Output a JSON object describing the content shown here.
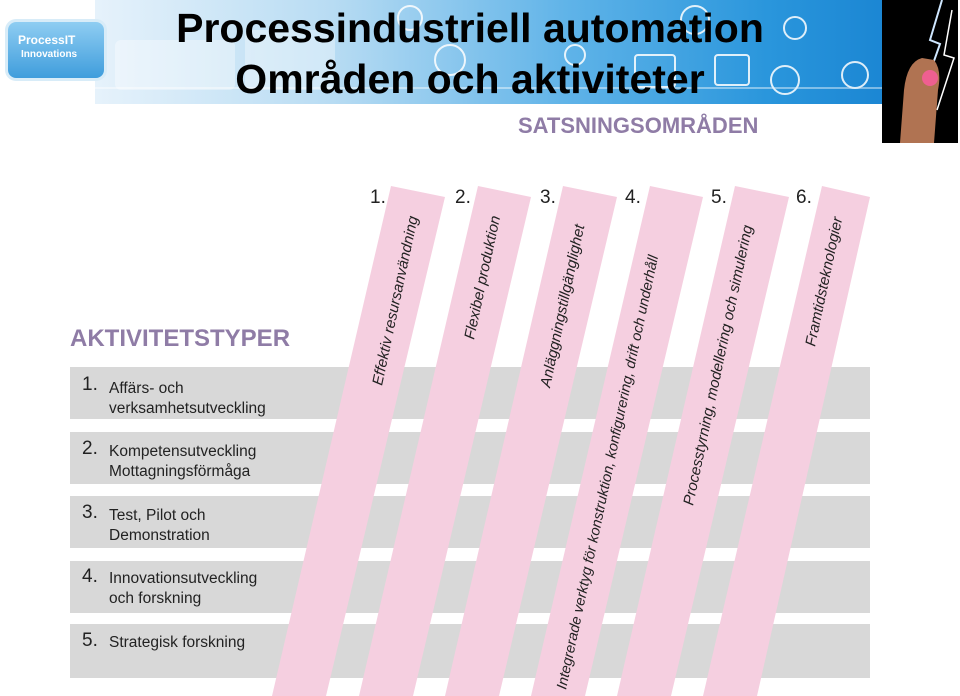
{
  "header": {
    "logo_line1": "ProcessIT",
    "logo_line2": "Innovations",
    "title_line1": "Processindustriell automation",
    "title_line2": "Områden och aktiviteter"
  },
  "areas_heading": "SATSNINGSOMRÅDEN",
  "activities_heading": "AKTIVITETSTYPER",
  "areas": [
    {
      "num": "1.",
      "label": "Effektiv resursanvändning"
    },
    {
      "num": "2.",
      "label": "Flexibel produktion"
    },
    {
      "num": "3.",
      "label": "Anläggningstillgänglighet"
    },
    {
      "num": "4.",
      "label": "Integrerade verktyg för konstruktion, konfigurering, drift och underhåll"
    },
    {
      "num": "5.",
      "label": "Processtyrning, modellering och simulering"
    },
    {
      "num": "6.",
      "label": "Framtidsteknologier"
    }
  ],
  "activities": [
    {
      "num": "1.",
      "line1": "Affärs- och",
      "line2": "verksamhetsutveckling"
    },
    {
      "num": "2.",
      "line1": "Kompetensutveckling",
      "line2": "Mottagningsförmåga"
    },
    {
      "num": "3.",
      "line1": "Test, Pilot och",
      "line2": "Demonstration"
    },
    {
      "num": "4.",
      "line1": "Innovationsutveckling",
      "line2": "och forskning"
    },
    {
      "num": "5.",
      "line1": "Strategisk forskning",
      "line2": ""
    }
  ],
  "colors": {
    "strip": "#f5cfe0",
    "band": "#d8d8d8",
    "heading": "#8f7ca6",
    "banner": "#2a96dc"
  }
}
